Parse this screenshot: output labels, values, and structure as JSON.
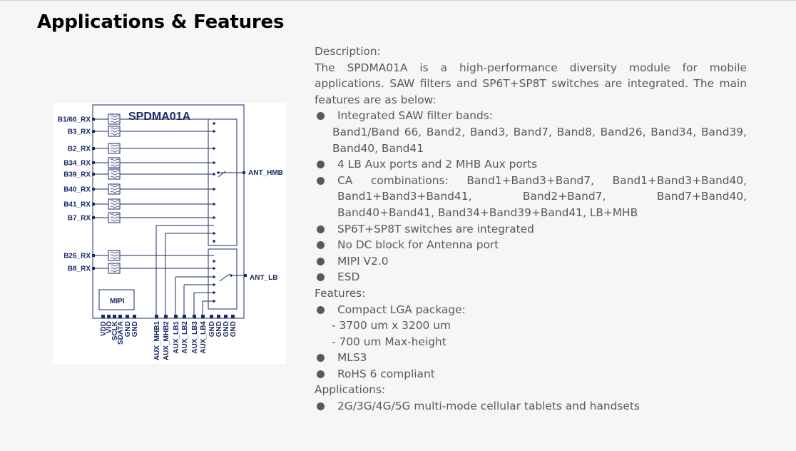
{
  "title": "Applications & Features",
  "diagram": {
    "module_name": "SPDMA01A",
    "mipi_label": "MIPI",
    "rx_ports": [
      "B1/66_RX",
      "B3_RX",
      "B2_RX",
      "B34_RX",
      "B39_RX",
      "B40_RX",
      "B41_RX",
      "B7_RX"
    ],
    "lb_ports": [
      "B26_RX",
      "B8_RX"
    ],
    "antennas": [
      "ANT_HMB",
      "ANT_LB"
    ],
    "bottom_pins": [
      "VDD",
      "VIO",
      "SCLK",
      "SDATA",
      "GND",
      "GND",
      "AUX_MHB1",
      "AUX_MHB2",
      "AUX_LB1",
      "AUX_LB2",
      "AUX_LB3",
      "AUX_LB4",
      "GND",
      "GND",
      "GND",
      "GND"
    ]
  },
  "content": {
    "description_heading": "Description:",
    "description_text": "The SPDMA01A is a high-performance diversity module for mobile applications. SAW filters and SP6T+SP8T switches are integrated. The main features are as below:",
    "bullet1": "Integrated SAW filter bands:",
    "bullet1_sub": "Band1/Band 66, Band2, Band3, Band7, Band8, Band26, Band34, Band39, Band40, Band41",
    "bullet2": "4 LB Aux ports and 2 MHB Aux ports",
    "bullet3": "CA combinations: Band1+Band3+Band7, Band1+Band3+Band40, Band1+Band3+Band41, Band2+Band7, Band7+Band40, Band40+Band41, Band34+Band39+Band41, LB+MHB",
    "bullet4": "SP6T+SP8T switches are integrated",
    "bullet5": "No DC block for Antenna port",
    "bullet6": "MIPI V2.0",
    "bullet7": "ESD",
    "features_heading": "Features:",
    "feat1": "Compact LGA package:",
    "feat1_sub1": "- 3700 um x 3200 um",
    "feat1_sub2": "- 700 um Max-height",
    "feat2": "MLS3",
    "feat3": "RoHS 6 compliant",
    "applications_heading": "Applications:",
    "app1": "2G/3G/4G/5G multi-mode cellular tablets and handsets"
  }
}
